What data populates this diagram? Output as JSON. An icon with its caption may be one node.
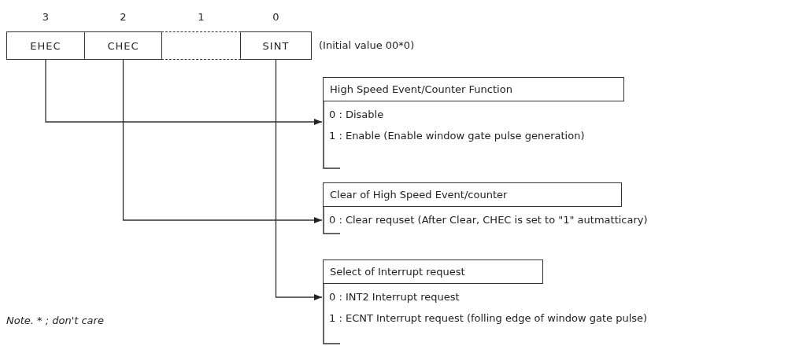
{
  "diagram": {
    "nodes": [
      {
        "text": [
          "EHEC"
        ],
        "beside": [
          "3"
        ]
      },
      {
        "text": [
          "CHEC"
        ],
        "beside": [
          "2"
        ]
      },
      {
        "text": [],
        "shape": "box",
        "beside": [
          "1"
        ]
      },
      {
        "text": [
          "SINT"
        ],
        "beside": [
          "0"
        ]
      },
      {
        "text": [
          "High Speed Event/Counter Function"
        ]
      },
      {
        "text": [
          "0 :  Disable",
          "1 :  Enable (Enable window gate pulse generation)"
        ]
      },
      {
        "text": [
          "Clear of High Speed Event/counter"
        ]
      },
      {
        "text": [
          "0 :  Clear requset (After Clear,  CHEC is set to \"1\" autmatticary)"
        ]
      },
      {
        "text": [
          "Select of Interrupt request"
        ]
      },
      {
        "text": [
          "0 :  INT2 Interrupt request",
          "1 :  ECNT Interrupt request (folling edge of window gate pulse)"
        ]
      }
    ],
    "edges": [
      {
        "from": 0,
        "to": 5,
        "arrow": "to"
      },
      {
        "from": 1,
        "to": 7,
        "arrow": "to"
      },
      {
        "from": 3,
        "to": 9,
        "arrow": "to"
      }
    ],
    "labels": [
      "(Initial value 00*0)",
      "Note.   * ; don't care"
    ]
  }
}
